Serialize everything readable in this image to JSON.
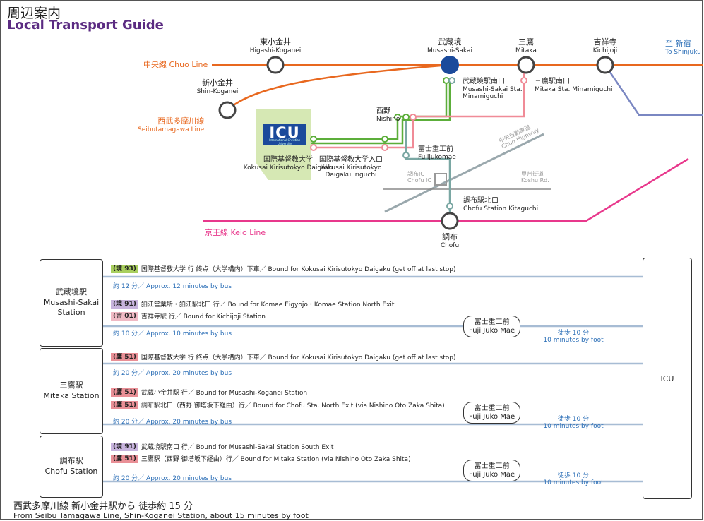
{
  "header": {
    "title_ja": "周辺案内",
    "title_en": "Local Transport Guide"
  },
  "stations": {
    "higashi_koganei": {
      "ja": "東小金井",
      "en": "Higashi-Koganei"
    },
    "musashi_sakai": {
      "ja": "武蔵境",
      "en": "Musashi-Sakai"
    },
    "mitaka": {
      "ja": "三鷹",
      "en": "Mitaka"
    },
    "kichijoji": {
      "ja": "吉祥寺",
      "en": "Kichijoji"
    },
    "shinjuku": {
      "ja": "至 新宿",
      "en": "To Shinjuku"
    },
    "shin_koganei": {
      "ja": "新小金井",
      "en": "Shin-Koganei"
    },
    "chofu": {
      "ja": "調布",
      "en": "Chofu"
    }
  },
  "lines": {
    "chuo": "中央線 Chuo Line",
    "seibu_ja": "西武多摩川線",
    "seibu_en": "Seibutamagawa Line",
    "keio": "京王線 Keio Line"
  },
  "stops": {
    "musashi_minami": {
      "ja": "武蔵境駅南口",
      "en1": "Musashi-Sakai Sta.",
      "en2": "Minamiguchi"
    },
    "mitaka_minami": {
      "ja": "三鷹駅南口",
      "en": "Mitaka Sta. Minamiguchi"
    },
    "nishino": {
      "ja": "西野",
      "en": "Nishino"
    },
    "fujijukomae": {
      "ja": "富士重工前",
      "en": "Fujijukomae"
    },
    "icu_daigaku": {
      "ja": "国際基督教大学",
      "en": "Kokusai Kirisutokyo Daigaku"
    },
    "icu_iriguchi": {
      "ja": "国際基督教大学入口",
      "en1": "Kokusai Kirisutokyo",
      "en2": "Daigaku Iriguchi"
    },
    "chofu_kita": {
      "ja": "調布駅北口",
      "en": "Chofu Station Kitaguchi"
    }
  },
  "roads": {
    "chuo_hwy_ja": "中央自動車道",
    "chuo_hwy_en": "Chuo Highway",
    "chofu_ic_ja": "調布IC",
    "chofu_ic_en": "Chofu IC",
    "koshu_ja": "甲州街道",
    "koshu_en": "Koshu Rd."
  },
  "campus": {
    "logo": "ICU",
    "logo_sub": "International Christian University"
  },
  "table": {
    "origins": [
      {
        "ja": "武蔵境駅",
        "en": "Musashi-Sakai",
        "en2": "Station"
      },
      {
        "ja": "三鷹駅",
        "en": "Mitaka Station"
      },
      {
        "ja": "調布駅",
        "en": "Chofu Station"
      }
    ],
    "destination": "ICU",
    "routes": [
      {
        "tag": "(境 93)",
        "text": "国際基督教大学 行 終点（大学構内）下車／ Bound for Kokusai Kirisutokyo Daigaku (get off at last stop)"
      },
      {
        "tag": "(境 91)",
        "text": "狛江営業所・狛江駅北口 行／ Bound for Komae Eigyojo・Komae Station North Exit"
      },
      {
        "tag": "(吉 01)",
        "text": "吉祥寺駅 行／ Bound for Kichijoji Station"
      },
      {
        "tag": "(鷹 51)",
        "text": "国際基督教大学 行 終点（大学構内）下車／ Bound for Kokusai Kirisutokyo Daigaku (get off at last stop)"
      },
      {
        "tag": "(鷹 51)",
        "text": "武蔵小金井駅 行／ Bound for Musashi-Koganei Station"
      },
      {
        "tag": "(鷹 51)",
        "text": "調布駅北口（西野 御塔坂下経由）行／ Bound for Chofu Sta. North Exit (via Nishino Oto Zaka Shita)"
      },
      {
        "tag": "(境 91)",
        "text": "武蔵境駅南口 行／ Bound for Musashi-Sakai Station South Exit"
      },
      {
        "tag": "(鷹 51)",
        "text": "三鷹駅（西野 御塔坂下経由）行／ Bound for Mitaka Station (via Nishino Oto Zaka Shita)"
      }
    ],
    "times": [
      "約 12 分／ Approx. 12 minutes by bus",
      "約 10 分／ Approx. 10 minutes by bus",
      "約 20 分／ Approx. 20 minutes by bus",
      "約 20 分／ Approx. 20 minutes by bus",
      "約 20 分／ Approx. 20 minutes by bus"
    ],
    "fuji": {
      "ja": "富士重工前",
      "en": "Fuji Juko Mae"
    },
    "walk": {
      "ja": "徒歩 10 分",
      "en": "10 minutes by foot"
    }
  },
  "footer": {
    "ja": "西武多摩川線 新小金井駅から 徒歩約 15 分",
    "en": "From Seibu Tamagawa Line, Shin-Koganei Station, about 15 minutes by foot"
  },
  "colors": {
    "chuo": "#e8681f",
    "keio": "#e8388c",
    "green": "#5cae3a",
    "pink": "#f08b97",
    "teal": "#7aa7a3",
    "navy": "#1b4a9b",
    "blue_text": "#2c6fb7",
    "purple": "#5b2b82"
  }
}
